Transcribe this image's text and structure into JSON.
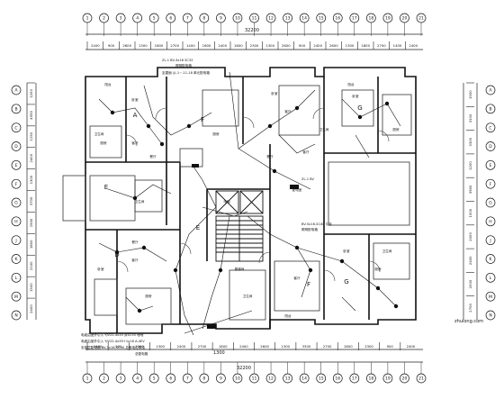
{
  "drawing": {
    "top_total": "32200",
    "bottom_total": "32200",
    "bottom_sub": "1300",
    "top_dims": [
      "2400",
      "900",
      "2600",
      "1300",
      "1800",
      "2700",
      "1400",
      "1600",
      "2400",
      "1600",
      "2300",
      "1300",
      "2600",
      "900",
      "2400",
      "2600",
      "1300",
      "1800",
      "2700",
      "1400",
      "2400"
    ],
    "bottom_dims": [
      "2400",
      "900",
      "1700",
      "1300",
      "2400",
      "2700",
      "1800",
      "2400",
      "2600",
      "1300",
      "3300",
      "2700",
      "1800",
      "2300",
      "900",
      "2400"
    ],
    "left_dims": [
      "1200",
      "4550",
      "1150",
      "2400",
      "1300",
      "3700",
      "1900",
      "1800",
      "2100",
      "1500",
      "2400"
    ],
    "right_dims": [
      "1500",
      "3100",
      "3300",
      "1200",
      "3900",
      "1500",
      "2000",
      "2400",
      "2000",
      "2700"
    ],
    "top_axes": [
      "1",
      "2",
      "3",
      "4",
      "5",
      "6",
      "7",
      "8",
      "9",
      "10",
      "11",
      "12",
      "13",
      "14",
      "15",
      "16",
      "17",
      "18",
      "19",
      "20",
      "21"
    ],
    "bottom_axes": [
      "1",
      "2",
      "3",
      "4",
      "5",
      "6",
      "7",
      "8",
      "9",
      "10",
      "11",
      "12",
      "13",
      "14",
      "15",
      "16",
      "17",
      "18",
      "19",
      "20",
      "21"
    ],
    "left_axes": [
      "A",
      "B",
      "C",
      "D",
      "E",
      "F",
      "G",
      "H",
      "J",
      "K",
      "L",
      "M",
      "N"
    ],
    "right_axes": [
      "A",
      "B",
      "C",
      "D",
      "E",
      "F",
      "G",
      "H",
      "J",
      "K",
      "L",
      "M",
      "N"
    ],
    "unit_labels": [
      "A",
      "F",
      "G",
      "E",
      "D",
      "E",
      "G",
      "F"
    ],
    "room_labels": [
      "卧室",
      "客厅",
      "厨房",
      "卫生间",
      "餐厅",
      "阳台",
      "配电室",
      "楼梯间",
      "电梯"
    ],
    "notes_top": [
      "ZL-1 BV-3x16 SC32",
      "照明配电箱",
      "至屋面 从-1~-11-18 单元配电箱"
    ],
    "notes_mid": [
      "ZL-1 BV",
      "BV-5x16-SC40 引至",
      "照明配电箱"
    ],
    "notes_bottom": [
      "电缆由室外引入 YJV22-4x35 穿SC50 埋地",
      "电缆由室外引入 YJV22-4x35+1x16 A-4EV",
      "至各层配电箱 BV-5x16-SC40 总等电位联结",
      "总配电箱"
    ],
    "watermark": "zhulong.com"
  }
}
